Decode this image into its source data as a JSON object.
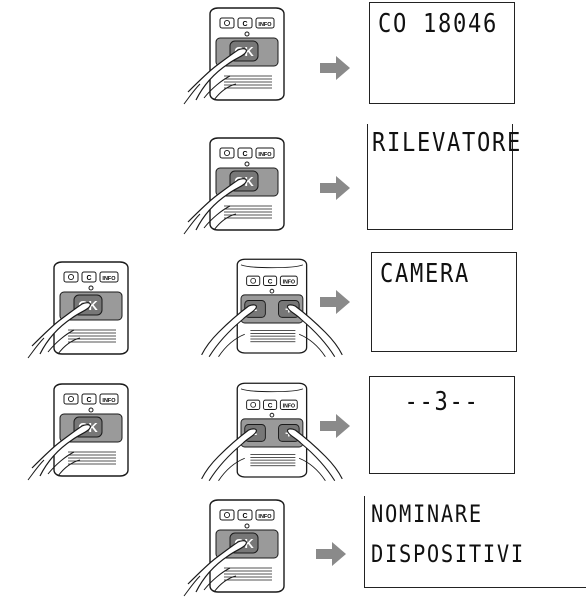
{
  "steps": [
    {
      "display_lines": [
        "CO 18046"
      ],
      "remotes": [
        "ok-press"
      ]
    },
    {
      "display_lines": [
        "RILEVATORE"
      ],
      "remotes": [
        "ok-press"
      ]
    },
    {
      "display_lines": [
        "CAMERA"
      ],
      "remotes": [
        "ok-press",
        "plus-minus-press"
      ]
    },
    {
      "display_lines": [
        "--3--"
      ],
      "remotes": [
        "ok-press",
        "plus-minus-press"
      ]
    },
    {
      "display_lines": [
        "NOMINARE",
        "DISPOSITIVI"
      ],
      "remotes": [
        "ok-press"
      ]
    }
  ],
  "remote": {
    "top_buttons": [
      "",
      "C",
      "INFO"
    ],
    "ok_label": "OK",
    "minus_label": "-",
    "plus_label": "+"
  },
  "colors": {
    "arrow": "#8a8a8a",
    "button_fill": "#7a7a7a",
    "line": "#1a1a1a"
  }
}
